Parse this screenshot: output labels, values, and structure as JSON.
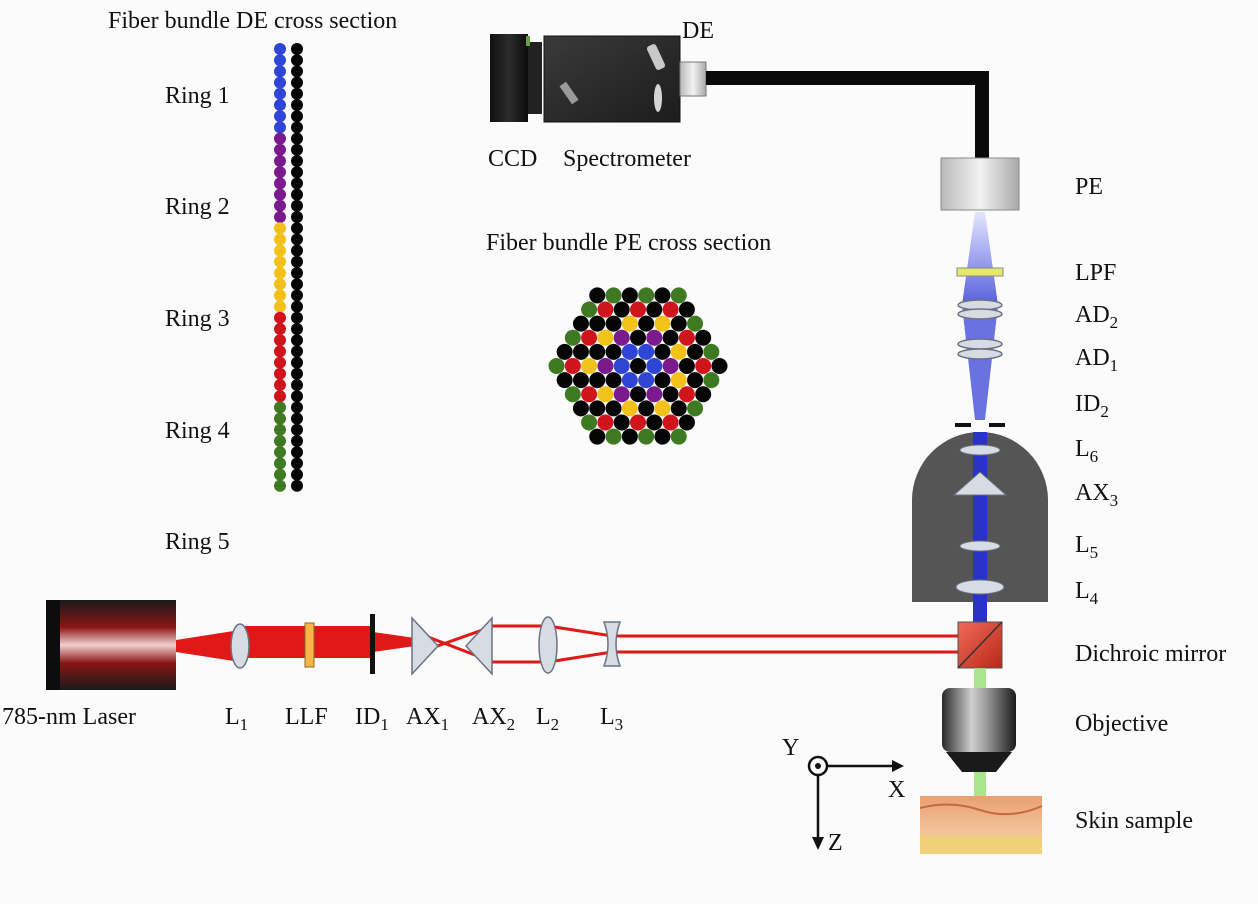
{
  "titles": {
    "de_cross_section": "Fiber bundle DE cross section",
    "pe_cross_section": "Fiber bundle PE cross section"
  },
  "rings": [
    {
      "label": "Ring 1",
      "color": "#2f45d6"
    },
    {
      "label": "Ring 2",
      "color": "#7a1a8c"
    },
    {
      "label": "Ring 3",
      "color": "#f2c21a"
    },
    {
      "label": "Ring 4",
      "color": "#d0141c"
    },
    {
      "label": "Ring 5",
      "color": "#3f7a22"
    }
  ],
  "colors": {
    "background": "#fbfbfb",
    "fiber_black": "#050505",
    "laser_red": "#e01818",
    "beam_blue": "#2a32c8",
    "beam_green": "#9be07a",
    "housing": "#555555",
    "lens_fill": "#d6dbe4",
    "lpf_fill": "#e6e86a",
    "llf_fill": "#f5b548"
  },
  "components": {
    "ccd": "CCD",
    "spectrometer": "Spectrometer",
    "de": "DE",
    "pe": "PE",
    "lpf": "LPF",
    "ad2": {
      "main": "AD",
      "sub": "2"
    },
    "ad1": {
      "main": "AD",
      "sub": "1"
    },
    "id2": {
      "main": "ID",
      "sub": "2"
    },
    "l6": {
      "main": "L",
      "sub": "6"
    },
    "ax3": {
      "main": "AX",
      "sub": "3"
    },
    "l5": {
      "main": "L",
      "sub": "5"
    },
    "l4": {
      "main": "L",
      "sub": "4"
    },
    "dichroic": "Dichroic mirror",
    "objective": "Objective",
    "skin": "Skin sample",
    "laser": "785-nm Laser",
    "l1": {
      "main": "L",
      "sub": "1"
    },
    "llf": "LLF",
    "id1": {
      "main": "ID",
      "sub": "1"
    },
    "ax1": {
      "main": "AX",
      "sub": "1"
    },
    "ax2": {
      "main": "AX",
      "sub": "2"
    },
    "l2": {
      "main": "L",
      "sub": "2"
    },
    "l3": {
      "main": "L",
      "sub": "3"
    }
  },
  "axes": {
    "y": "Y",
    "x": "X",
    "z": "Z"
  }
}
